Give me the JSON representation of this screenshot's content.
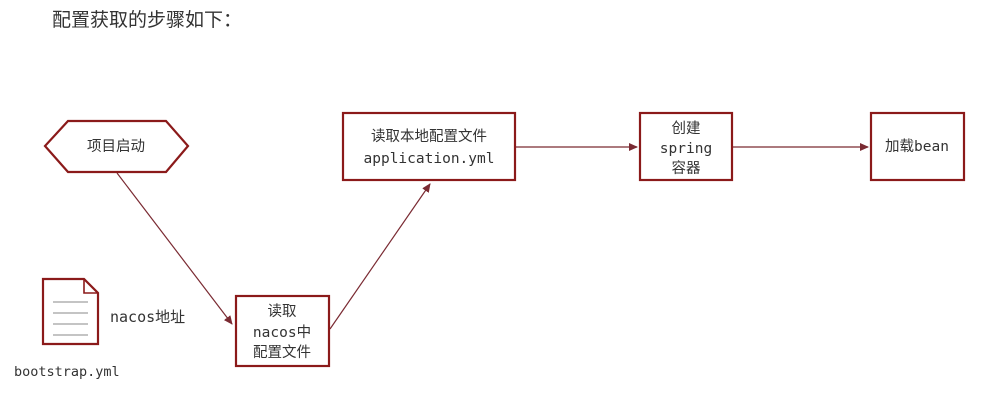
{
  "heading": "配置获取的步骤如下：",
  "colors": {
    "node_border": "#8b1a1a",
    "arrow": "#7a2a32",
    "text": "#333333",
    "file_border": "#8b1a1a",
    "file_lines": "#8a8a8a"
  },
  "diagram": {
    "start": {
      "shape": "hexagon",
      "label": "项目启动"
    },
    "read_nacos": {
      "lines": [
        "读取",
        "nacos中",
        "配置文件"
      ]
    },
    "read_local": {
      "lines": [
        "读取本地配置文件",
        "application.yml"
      ]
    },
    "create_spring": {
      "lines": [
        "创建",
        "spring",
        "容器"
      ]
    },
    "load_bean": {
      "label": "加载bean"
    },
    "file": {
      "icon": "document-icon",
      "annotation": "nacos地址",
      "filename": "bootstrap.yml"
    },
    "edges": [
      {
        "from": "项目启动",
        "to": "读取nacos中配置文件"
      },
      {
        "from": "读取nacos中配置文件",
        "to": "读取本地配置文件application.yml"
      },
      {
        "from": "读取本地配置文件application.yml",
        "to": "创建spring容器"
      },
      {
        "from": "创建spring容器",
        "to": "加载bean"
      }
    ]
  }
}
